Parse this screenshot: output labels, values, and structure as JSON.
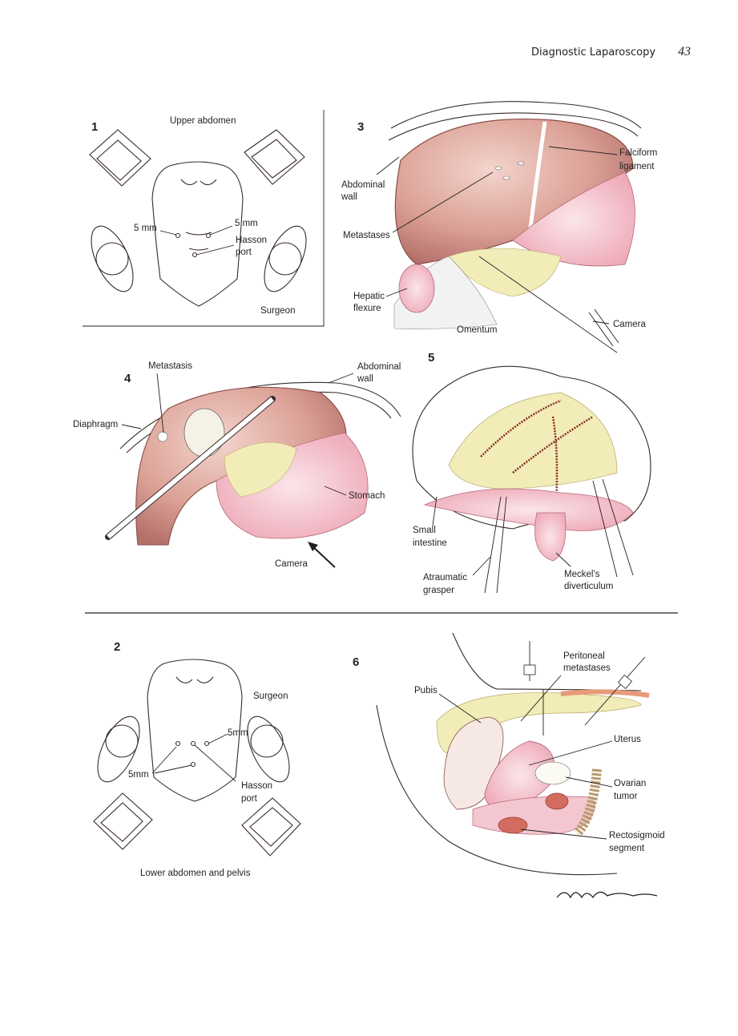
{
  "header": {
    "running_title": "Diagnostic Laparoscopy",
    "page_number": "43"
  },
  "figures": {
    "f1": {
      "number": "1",
      "title": "Upper abdomen",
      "port_left": "5 mm",
      "port_right": "5 mm",
      "hasson_1": "Hasson",
      "hasson_2": "port",
      "surgeon": "Surgeon"
    },
    "f2": {
      "number": "2",
      "caption": "Lower abdomen and pelvis",
      "surgeon": "Surgeon",
      "port_right": "5mm",
      "port_left": "5mm",
      "hasson_1": "Hasson",
      "hasson_2": "port"
    },
    "f3": {
      "number": "3",
      "abdominal_wall_1": "Abdominal",
      "abdominal_wall_2": "wall",
      "falciform_1": "Falciform",
      "falciform_2": "ligament",
      "metastases": "Metastases",
      "hepatic_1": "Hepatic",
      "hepatic_2": "flexure",
      "omentum": "Omentum",
      "camera": "Camera"
    },
    "f4": {
      "number": "4",
      "metastasis": "Metastasis",
      "abdominal_wall_1": "Abdominal",
      "abdominal_wall_2": "wall",
      "diaphragm": "Diaphragm",
      "stomach": "Stomach",
      "camera": "Camera"
    },
    "f5": {
      "number": "5",
      "small_1": "Small",
      "small_2": "intestine",
      "grasper_1": "Atraumatic",
      "grasper_2": "grasper",
      "meckel_1": "Meckel’s",
      "meckel_2": "diverticulum"
    },
    "f6": {
      "number": "6",
      "pubis": "Pubis",
      "peritoneal_1": "Peritoneal",
      "peritoneal_2": "metastases",
      "uterus": "Uterus",
      "ovarian_1": "Ovarian",
      "ovarian_2": "tumor",
      "recto_1": "Rectosigmoid",
      "recto_2": "segment"
    }
  },
  "signature": "M.B. Hume",
  "colors": {
    "tissue": "#e8b7ae",
    "tissue_dark": "#b9776e",
    "fat": "#f1ecb8",
    "pink": "#f4c6cf"
  }
}
